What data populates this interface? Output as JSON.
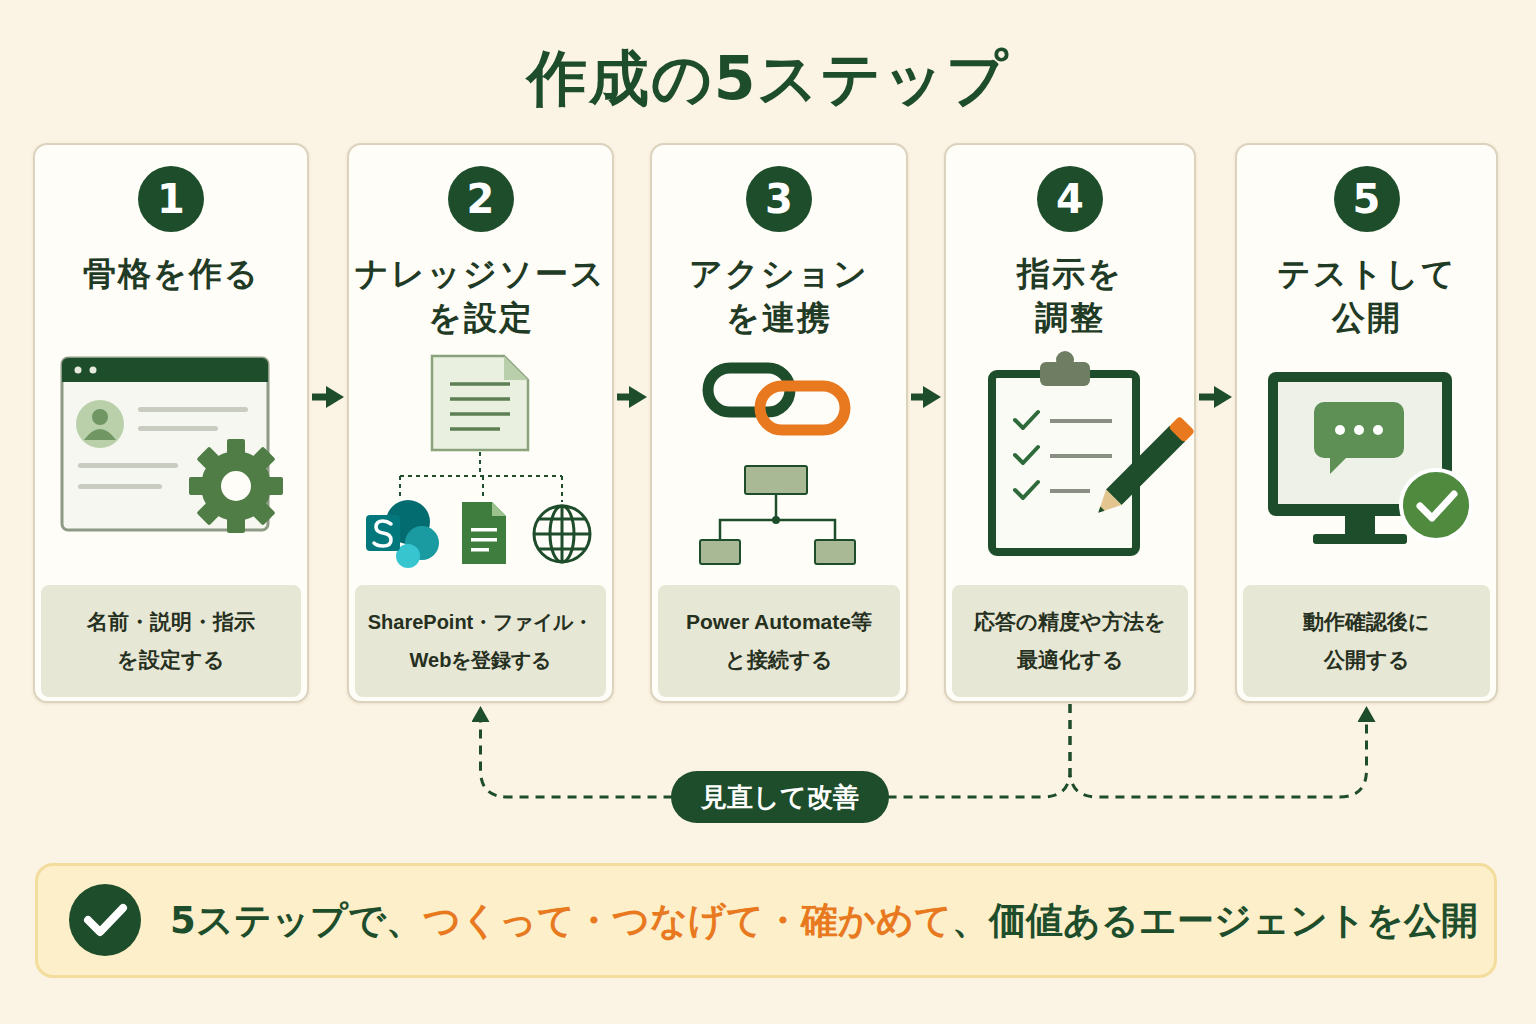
{
  "diagram": {
    "title": "作成の5ステップ",
    "nodes": [
      {
        "text": [
          "骨格を作る"
        ]
      },
      {
        "text": [
          "1"
        ],
        "in": 0
      },
      {
        "text": [
          "名前・説明・指示 を設定する"
        ],
        "in": 0
      },
      {
        "text": [
          "ナレッジソース を設定"
        ]
      },
      {
        "text": [
          "2"
        ],
        "in": 3
      },
      {
        "text": [
          "SharePoint・ファイル・ Webを登録する"
        ],
        "in": 3
      },
      {
        "text": [
          "アクション を連携"
        ]
      },
      {
        "text": [
          "3"
        ],
        "in": 6
      },
      {
        "text": [
          "Power Automate等 と接続する"
        ],
        "in": 6
      },
      {
        "text": [
          "指示を 調整"
        ]
      },
      {
        "text": [
          "4"
        ],
        "in": 9
      },
      {
        "text": [
          "応答の精度や方法を 最適化する"
        ],
        "in": 9
      },
      {
        "text": [
          "テストして 公開"
        ]
      },
      {
        "text": [
          "5"
        ],
        "in": 12
      },
      {
        "text": [
          "動作確認後に 公開する"
        ],
        "in": 12
      },
      {
        "text": [
          "5ステップで、",
          "つくって・つなげて・確かめて",
          "、価値あるエージェントを公開"
        ]
      }
    ],
    "edges": [
      {
        "from": 0,
        "to": 3,
        "arrow": "to"
      },
      {
        "from": 3,
        "to": 6,
        "arrow": "to"
      },
      {
        "from": 6,
        "to": 9,
        "arrow": "to"
      },
      {
        "from": 9,
        "to": 12,
        "arrow": "to"
      },
      {
        "from": 9,
        "to": 3,
        "label": "見直して改善",
        "arrow": "to"
      },
      {
        "from": 9,
        "to": 12,
        "arrow": "to"
      }
    ]
  }
}
